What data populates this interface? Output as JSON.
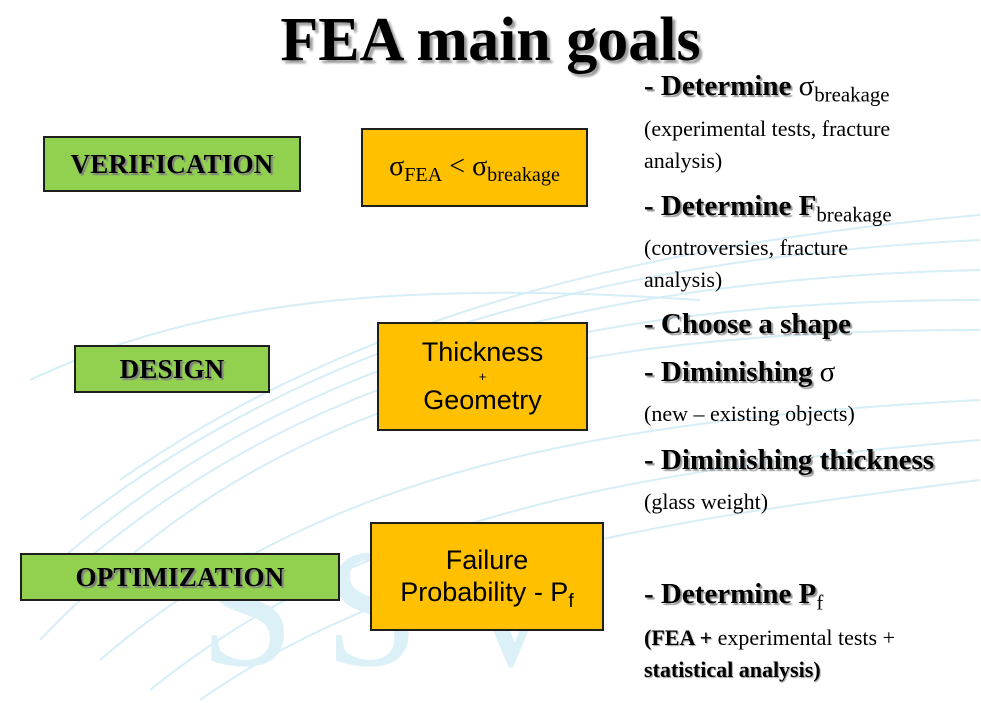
{
  "title": "FEA main goals",
  "colors": {
    "green_box": "#92d050",
    "orange_box": "#ffc000",
    "watermark": "#d6eef7"
  },
  "watermark_text": "SSV",
  "boxes": {
    "verification": "VERIFICATION",
    "design": "DESIGN",
    "optimization": "OPTIMIZATION"
  },
  "criteria": {
    "sigma": "σ",
    "fea": "FEA",
    "lt": "<",
    "breakage": "breakage",
    "thickness": "Thickness",
    "plus": "+",
    "geometry": "Geometry",
    "failure": "Failure",
    "probability": "Probability - P",
    "f_sub": "f"
  },
  "goals": {
    "determine_sigma_lead": "- Determine",
    "determine_sigma_sym": "σ",
    "determine_sigma_sub": "breakage",
    "sigma_note_1": "(experimental tests, fracture",
    "sigma_note_2": "analysis)",
    "determine_f_lead": "- Determine F",
    "determine_f_sub": "breakage",
    "f_note_1": "(controversies, fracture",
    "f_note_2": "analysis)",
    "choose_shape": "- Choose a shape",
    "diminishing_sigma_lead": "- Diminishing",
    "diminishing_sigma_sym": "σ",
    "objects_note": "(new – existing  objects)",
    "diminishing_thickness": "- Diminishing thickness",
    "weight_note": "(glass weight)",
    "determine_pf_lead": "- Determine P",
    "determine_pf_sub": "f",
    "pf_note_1_bold": "(FEA + ",
    "pf_note_1_rest": "experimental tests +",
    "pf_note_2": "statistical analysis)"
  }
}
